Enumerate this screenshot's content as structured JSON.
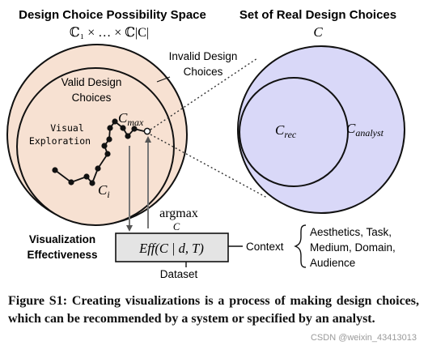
{
  "left_panel": {
    "title": "Design Choice Possibility Space",
    "subtitle_math": "ℂ₁ × … × ℂ|C|",
    "invalid_label_line1": "Invalid Design",
    "invalid_label_line2": "Choices",
    "valid_label_line1": "Valid Design",
    "valid_label_line2": "Choices",
    "cmax_label": "C",
    "cmax_sub": "max",
    "ci_label": "C",
    "ci_sub": "i",
    "exploration_line1": "Visual",
    "exploration_line2": "Exploration"
  },
  "right_panel": {
    "title": "Set of Real Design Choices",
    "subtitle": "C",
    "crec_label": "C",
    "crec_sub": "rec",
    "canalyst_label": "C",
    "canalyst_sub": "analyst"
  },
  "bottom": {
    "vis_eff_line1": "Visualization",
    "vis_eff_line2": "Effectiveness",
    "eff_formula": "Eff(C | d, T)",
    "argmax_label": "argmax",
    "argmax_sub": "C",
    "dataset_label": "Dataset",
    "context_label": "Context",
    "context_items_line1": "Aesthetics, Task,",
    "context_items_line2": "Medium, Domain,",
    "context_items_line3": "Audience"
  },
  "caption": {
    "figure_label": "Figure S1:",
    "text": "Creating visualizations is a process of making design choices, which can be recommended by a system or specified by an analyst."
  },
  "watermark": "CSDN @weixin_43413013",
  "colors": {
    "outer_circle_fill": "#f7e1d2",
    "right_circle_fill": "#d9d8f8",
    "box_fill": "#e4e4e4",
    "stroke": "#111111"
  }
}
